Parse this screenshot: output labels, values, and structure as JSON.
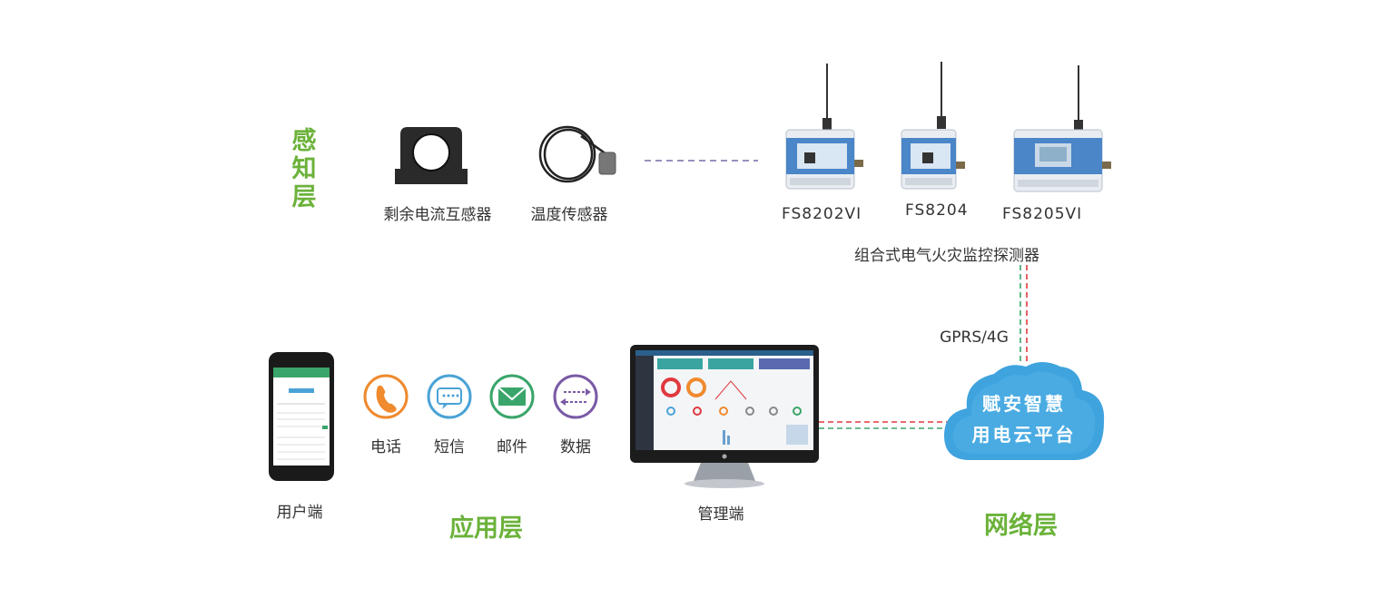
{
  "layers": {
    "perception": "感知层",
    "application": "应用层",
    "network": "网络层"
  },
  "sensors": {
    "residual_ct": "剩余电流互感器",
    "temperature": "温度传感器"
  },
  "detectors": {
    "models": [
      "FS8202VI",
      "FS8204",
      "FS8205VI"
    ],
    "caption": "组合式电气火灾监控探测器"
  },
  "network": {
    "link_label": "GPRS/4G",
    "cloud_line1": "赋安智慧",
    "cloud_line2": "用电云平台"
  },
  "channels": [
    "电话",
    "短信",
    "邮件",
    "数据"
  ],
  "clients": {
    "user": "用户端",
    "admin": "管理端"
  },
  "colors": {
    "accent_green": "#6bb23a",
    "phone": "#ef8a2e",
    "sms": "#4aa3d6",
    "mail": "#3aa56a",
    "data": "#7a5aa6",
    "cloud": "#3fa3de",
    "link_red": "#e0393e",
    "link_green": "#3aa56a"
  }
}
